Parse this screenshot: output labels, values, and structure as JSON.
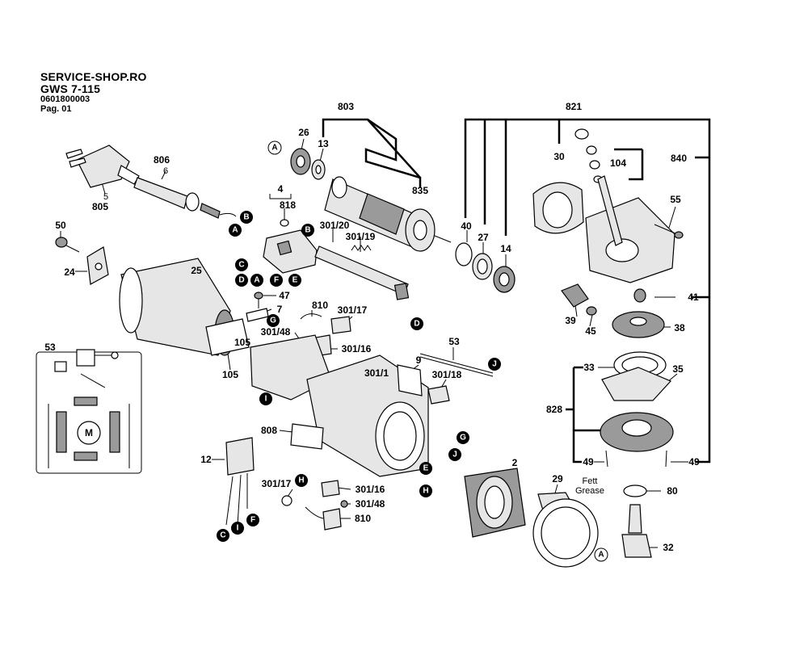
{
  "header": {
    "shop": "SERVICE-SHOP.RO",
    "model": "GWS 7-115",
    "part_number": "0601800003",
    "page": "Pag. 01"
  },
  "labels": {
    "l803": "803",
    "l821": "821",
    "l840": "840",
    "l104": "104",
    "l26": "26",
    "l13": "13",
    "l806": "806",
    "l6": "6",
    "l5": "5",
    "l805": "805",
    "l4": "4",
    "l818": "818",
    "l301_20": "301/20",
    "l301_19": "301/19",
    "l835": "835",
    "l40": "40",
    "l27": "27",
    "l14": "14",
    "l30": "30",
    "l55": "55",
    "l50": "50",
    "l24": "24",
    "l25": "25",
    "l47": "47",
    "l7": "7",
    "l810a": "810",
    "l301_17a": "301/17",
    "l301_48a": "301/48",
    "l301_16a": "301/16",
    "l105a": "105",
    "l105b": "105",
    "l53a": "53",
    "l53b": "53",
    "l9": "9",
    "l301_1": "301/1",
    "l301_18": "301/18",
    "l41": "41",
    "l39": "39",
    "l45": "45",
    "l38": "38",
    "l33": "33",
    "l35": "35",
    "l828": "828",
    "l49a": "49",
    "l49b": "49",
    "l808": "808",
    "l12": "12",
    "l2": "2",
    "l29": "29",
    "l80": "80",
    "l32": "32",
    "l301_17b": "301/17",
    "l301_16b": "301/16",
    "l301_48b": "301/48",
    "l810b": "810",
    "fett": "Fett",
    "grease": "Grease",
    "motor": "M"
  },
  "markers": {
    "A": "A",
    "B": "B",
    "C": "C",
    "D": "D",
    "E": "E",
    "F": "F",
    "G": "G",
    "H": "H",
    "I": "I",
    "J": "J"
  }
}
